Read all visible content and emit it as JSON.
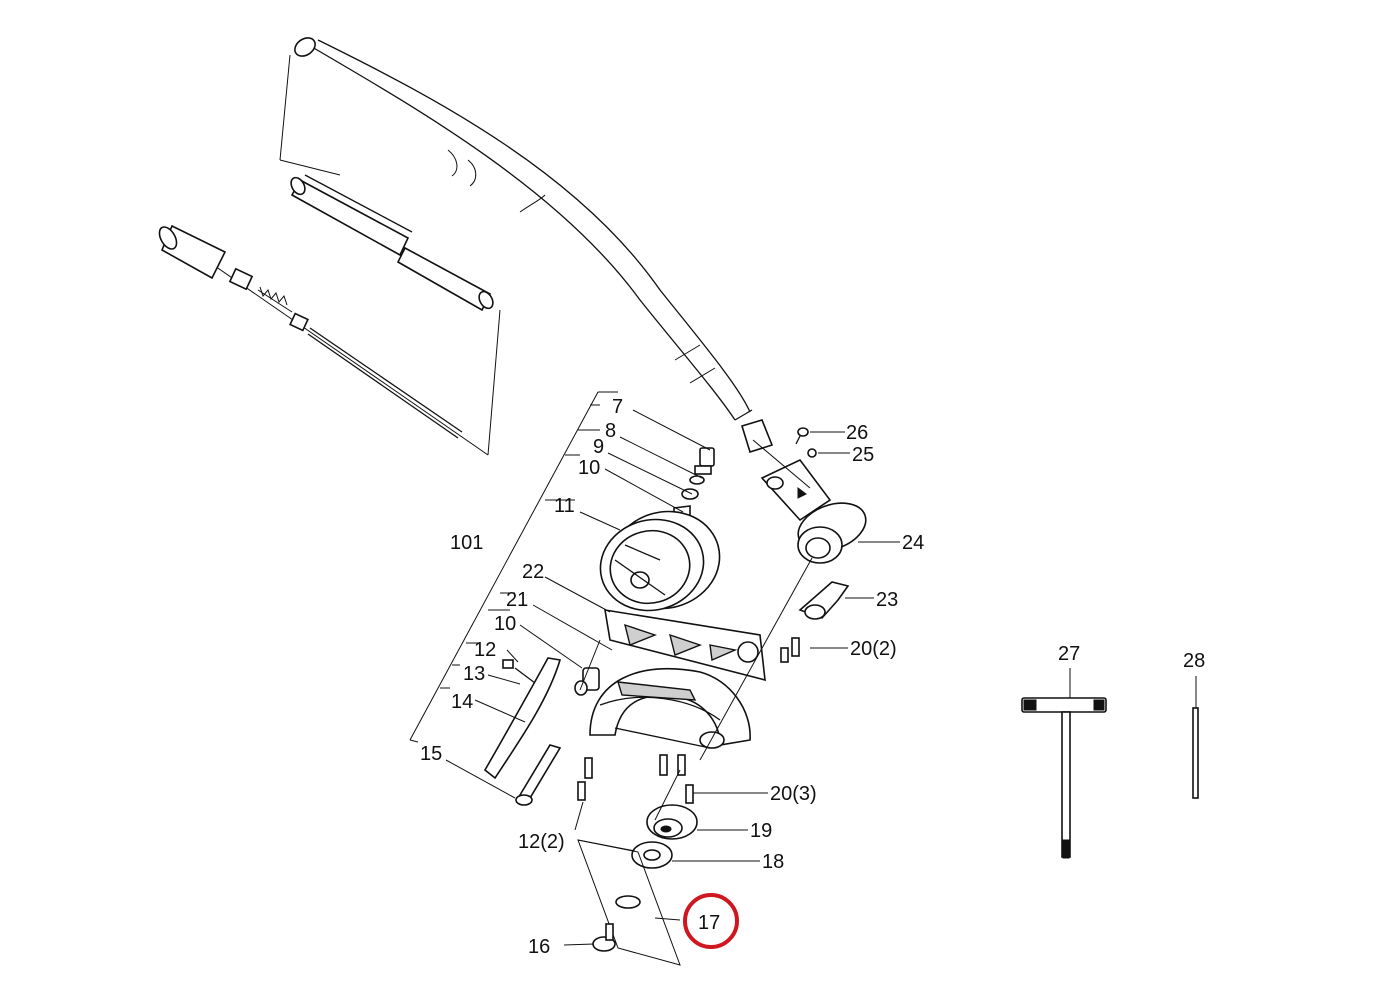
{
  "diagram": {
    "callouts": [
      {
        "id": "label-7",
        "text": "7"
      },
      {
        "id": "label-8",
        "text": "8"
      },
      {
        "id": "label-9",
        "text": "9"
      },
      {
        "id": "label-10-top",
        "text": "10"
      },
      {
        "id": "label-11",
        "text": "11"
      },
      {
        "id": "label-101",
        "text": "101"
      },
      {
        "id": "label-22",
        "text": "22"
      },
      {
        "id": "label-21",
        "text": "21"
      },
      {
        "id": "label-10-mid",
        "text": "10"
      },
      {
        "id": "label-12",
        "text": "12"
      },
      {
        "id": "label-13",
        "text": "13"
      },
      {
        "id": "label-14",
        "text": "14"
      },
      {
        "id": "label-15",
        "text": "15"
      },
      {
        "id": "label-12-2",
        "text": "12(2)"
      },
      {
        "id": "label-16",
        "text": "16"
      },
      {
        "id": "label-17",
        "text": "17"
      },
      {
        "id": "label-18",
        "text": "18"
      },
      {
        "id": "label-19",
        "text": "19"
      },
      {
        "id": "label-20-3",
        "text": "20(3)"
      },
      {
        "id": "label-20-2",
        "text": "20(2)"
      },
      {
        "id": "label-23",
        "text": "23"
      },
      {
        "id": "label-24",
        "text": "24"
      },
      {
        "id": "label-25",
        "text": "25"
      },
      {
        "id": "label-26",
        "text": "26"
      },
      {
        "id": "label-27",
        "text": "27"
      },
      {
        "id": "label-28",
        "text": "28"
      }
    ],
    "highlighted_part": "17",
    "highlight_color": "#d0161e"
  }
}
